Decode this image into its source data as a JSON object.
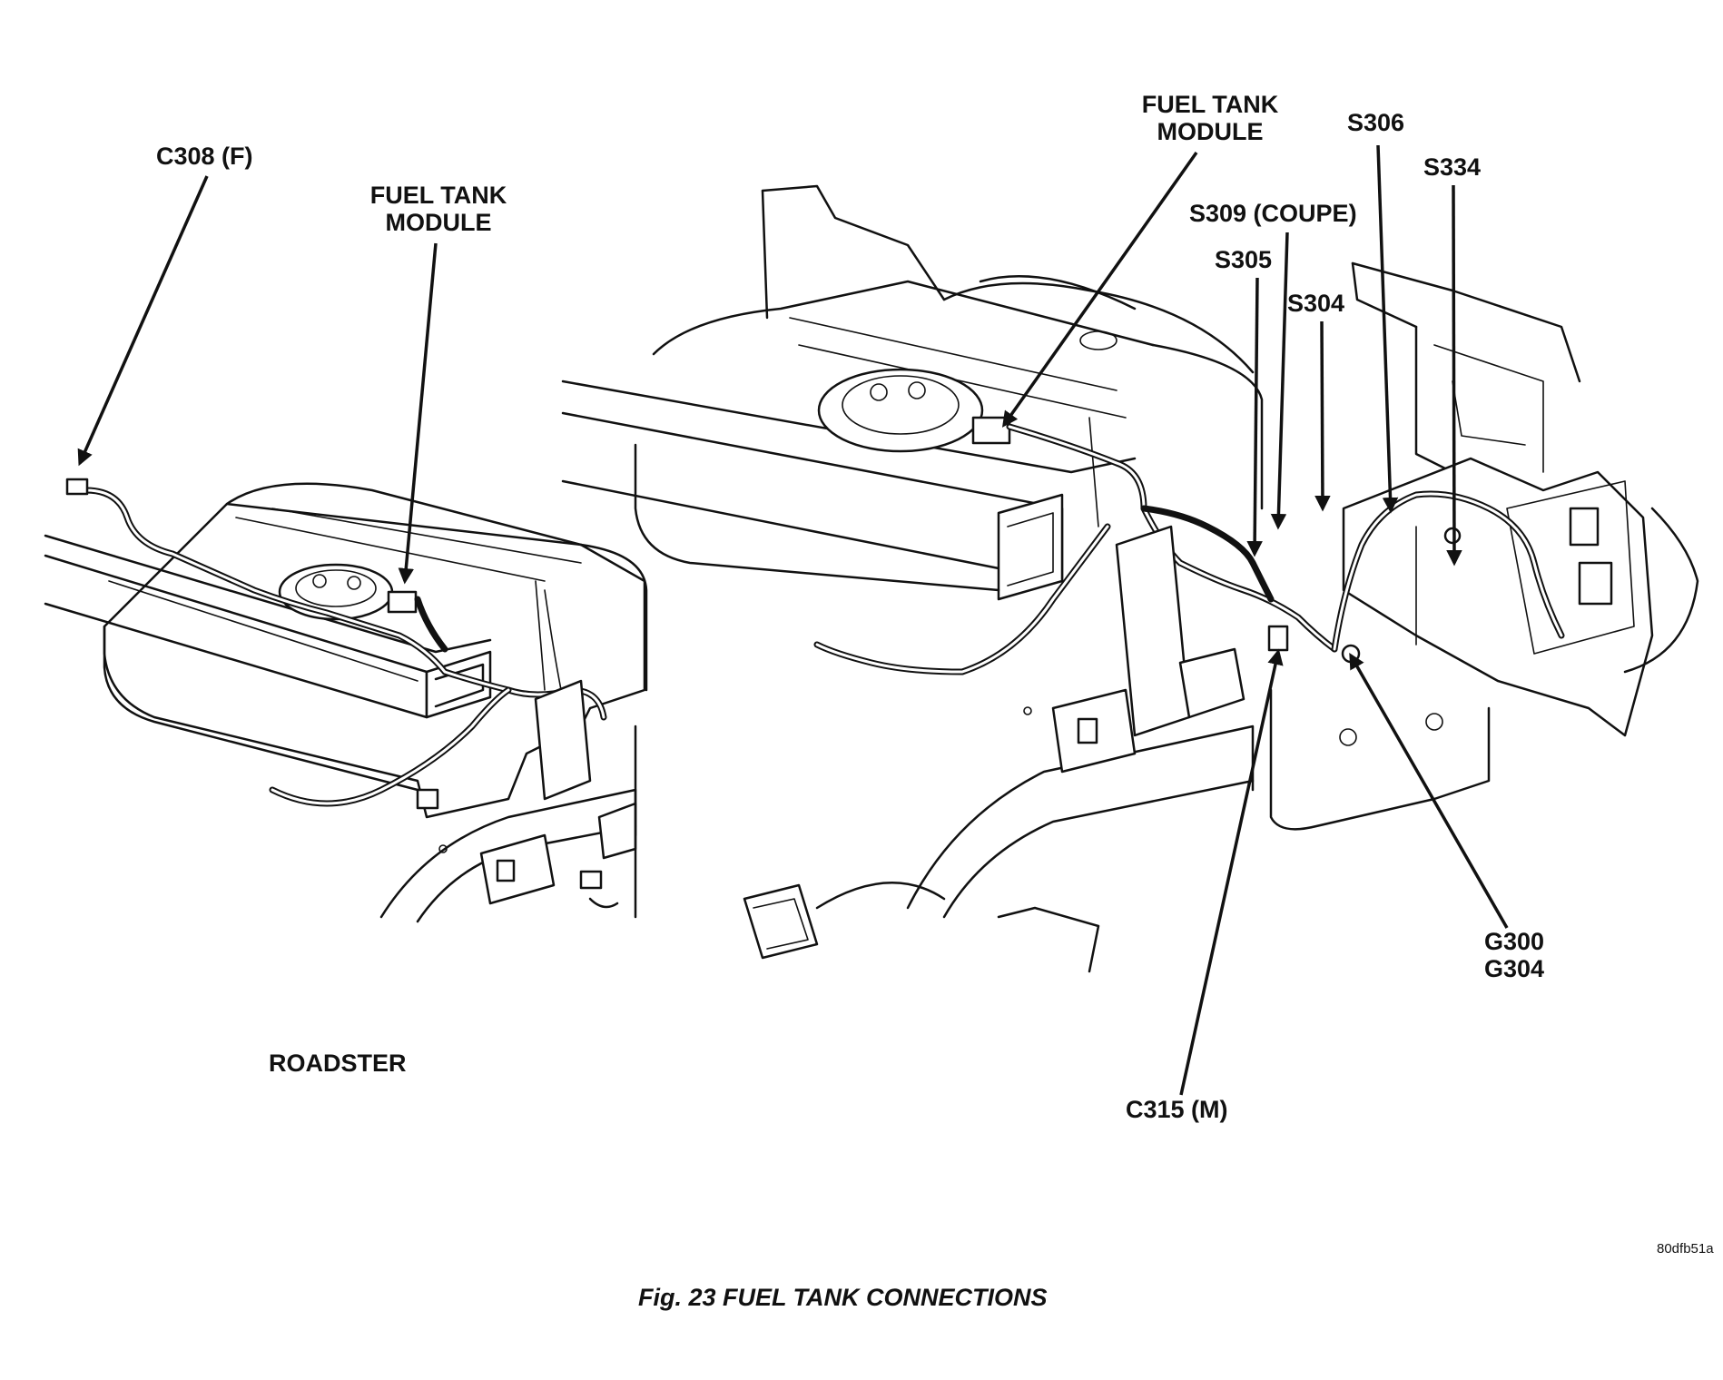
{
  "figure": {
    "caption": "Fig. 23 FUEL TANK CONNECTIONS",
    "code": "80dfb51a"
  },
  "left_view": {
    "title": "ROADSTER",
    "labels": {
      "c308": "C308 (F)",
      "module_line1": "FUEL TANK",
      "module_line2": "MODULE"
    }
  },
  "right_view": {
    "labels": {
      "module_line1": "FUEL TANK",
      "module_line2": "MODULE",
      "s306": "S306",
      "s334": "S334",
      "s309": "S309 (COUPE)",
      "s305": "S305",
      "s304": "S304",
      "g300": "G300",
      "g304": "G304",
      "c315": "C315 (M)"
    }
  }
}
